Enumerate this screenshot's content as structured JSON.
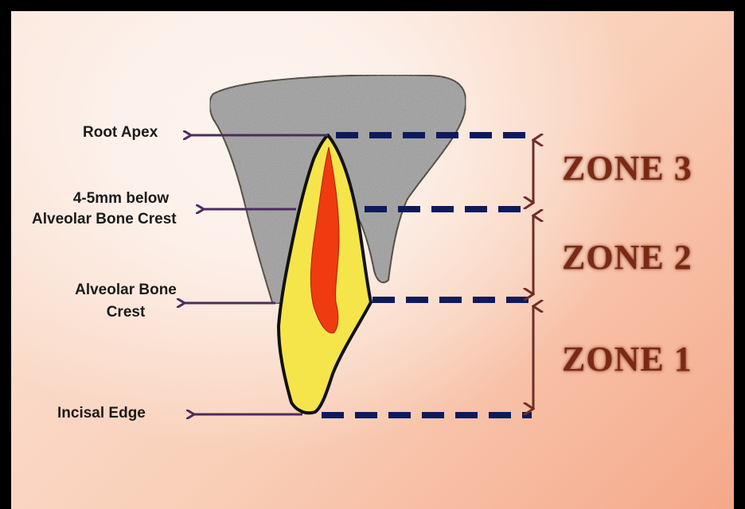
{
  "labels": {
    "root_apex": "Root Apex",
    "below_crest_line1": "4-5mm below",
    "below_crest_line2": "Alveolar Bone Crest",
    "crest_line1": "Alveolar Bone",
    "crest_line2": "Crest",
    "incisal_edge": "Incisal Edge"
  },
  "zones": {
    "zone3": "ZONE 3",
    "zone2": "ZONE 2",
    "zone1": "ZONE 1"
  },
  "colors": {
    "bone_fill": "#a8a8a8",
    "tooth_fill": "#f5e54a",
    "pulp_fill": "#f03a10",
    "dashed_line": "#0d1b5c",
    "label_arrow": "#4b2c5e",
    "zone_arrow": "#6e2e28",
    "zone_text": "#7a2a14"
  }
}
